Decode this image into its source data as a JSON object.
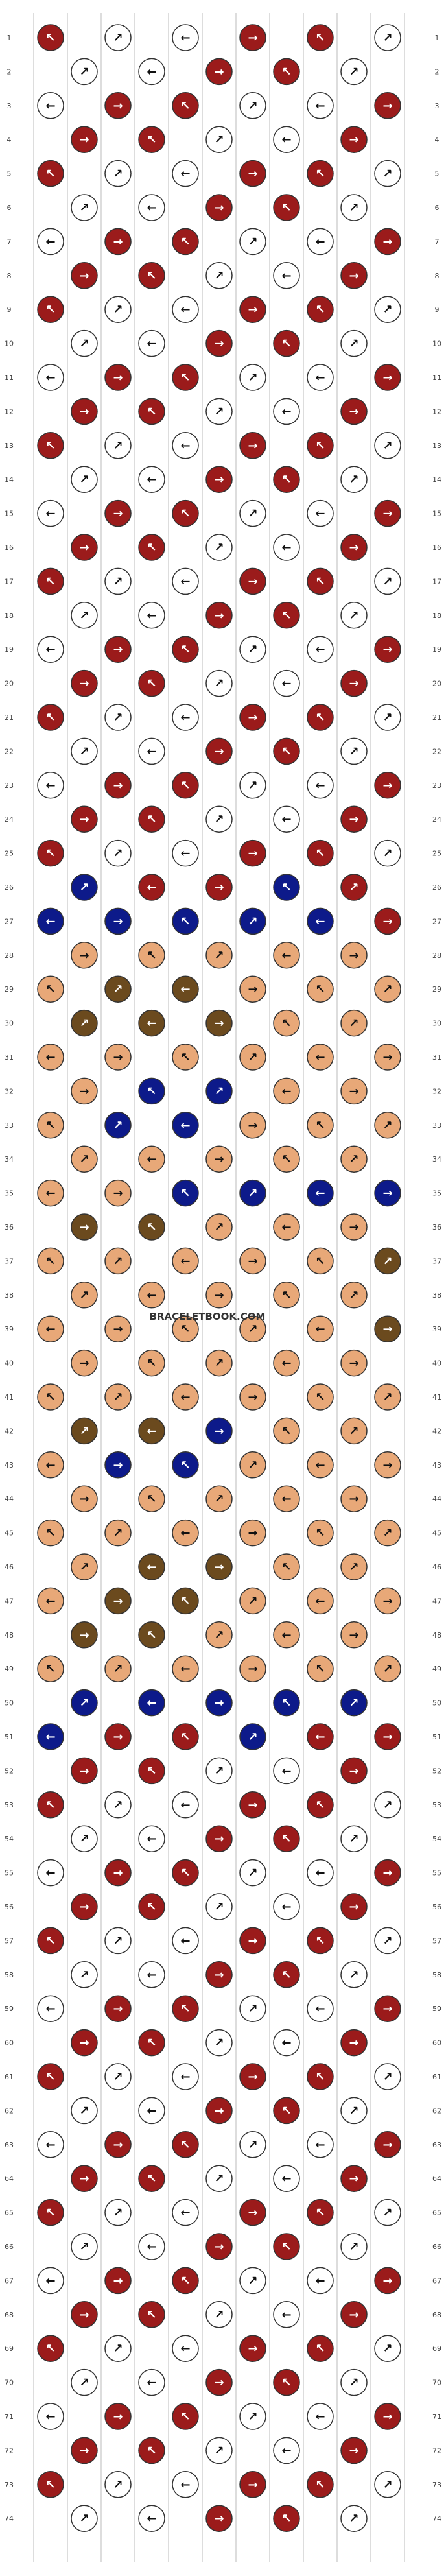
{
  "site": {
    "watermark": "BRACELETBOOK.COM"
  },
  "colors": {
    "thread_red": "#9b1b1b",
    "thread_white": "#ffffff",
    "thread_navy": "#0d1a8a",
    "thread_tan": "#e8a878",
    "thread_brown": "#6b4a1e",
    "outline": "#333333",
    "background": "#ffffff"
  },
  "pattern": {
    "strings": 12,
    "rows": 74,
    "knot_symbols": {
      "forward": "→",
      "backward": "←",
      "forward_backward": "↗",
      "backward_forward": "↖"
    },
    "knot_colors": [
      "red",
      "white",
      "navy",
      "tan",
      "brown"
    ],
    "section_colors": {
      "top_band": "red-white",
      "middle_motif": "navy-tan-brown",
      "bottom_band": "red-white"
    }
  }
}
